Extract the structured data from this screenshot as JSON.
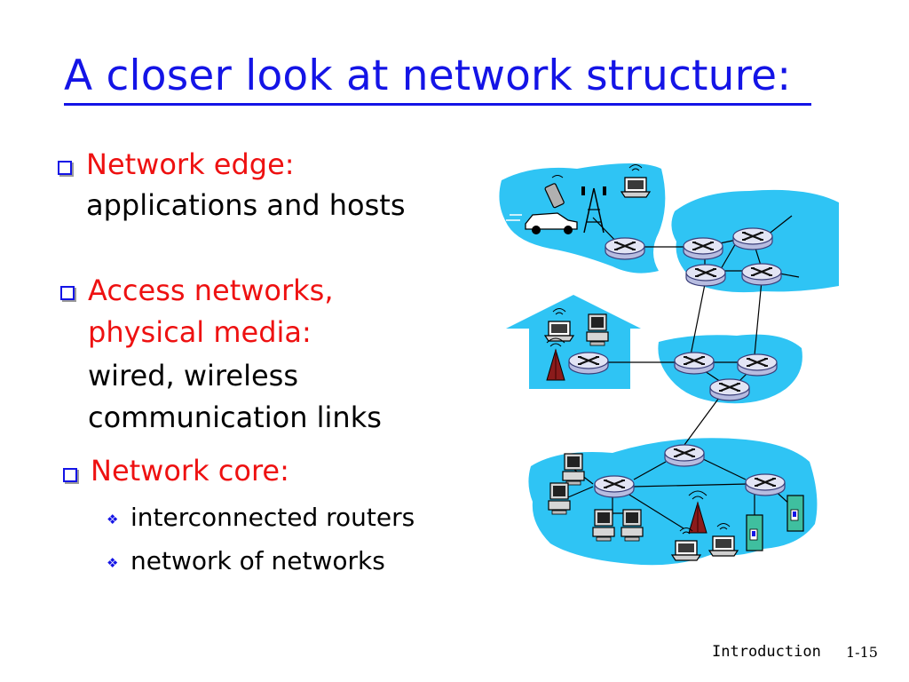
{
  "slide": {
    "title": "A closer look at network structure:",
    "bullets": [
      {
        "heading": "Network edge:",
        "lines": [
          "applications and hosts"
        ]
      },
      {
        "heading": "Access networks,",
        "heading2": "physical media:",
        "lines": [
          "wired, wireless",
          "communication links"
        ]
      },
      {
        "heading": "Network core:",
        "sub": [
          "interconnected routers",
          "network of networks"
        ]
      }
    ],
    "footer": {
      "section": "Introduction",
      "page": "1-15"
    }
  },
  "colors": {
    "title": "#1414e6",
    "heading": "#ee1111",
    "cloud": "#2fc4f4",
    "house": "#2fc4f4",
    "router_top": "#d9dcf0",
    "router_body": "#b7bce0"
  },
  "icons": [
    "router-icon",
    "laptop-icon",
    "desktop-icon",
    "cell-phone-icon",
    "car-icon",
    "cell-tower-icon",
    "server-icon",
    "antenna-icon"
  ]
}
